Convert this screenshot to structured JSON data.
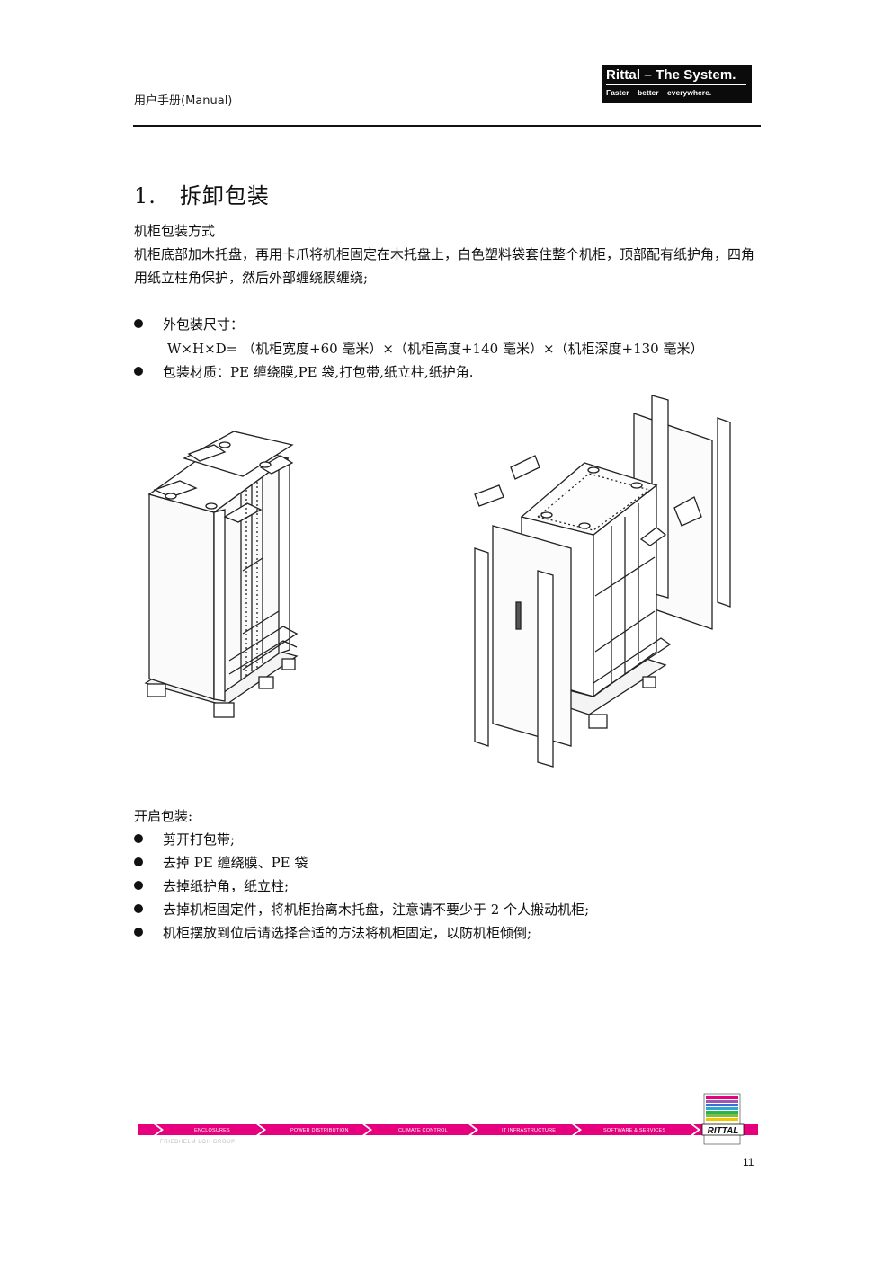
{
  "header": {
    "manual_label": "用户手册(Manual)",
    "logo_title": "Rittal – The System.",
    "logo_slogan": "Faster – better – everywhere."
  },
  "section": {
    "number": "1.",
    "title": "拆卸包装"
  },
  "packaging": {
    "heading": "机柜包装方式",
    "description": "机柜底部加木托盘，再用卡爪将机柜固定在木托盘上，白色塑料袋套住整个机柜，顶部配有纸护角，四角用纸立柱角保护，然后外部缠绕膜缠绕;",
    "bullets": [
      {
        "label": "外包装尺寸：",
        "detail": "W×H×D= （机柜宽度+60  毫米）×（机柜高度+140  毫米）×（机柜深度+130  毫米）"
      },
      {
        "label": "包装材质：PE 缠绕膜,PE 袋,打包带,纸立柱,纸护角."
      }
    ]
  },
  "unpacking": {
    "heading": "开启包装:",
    "steps": [
      "剪开打包带;",
      "去掉 PE 缠绕膜、PE 袋",
      "去掉纸护角，纸立柱;",
      "去掉机柜固定件，将机柜抬离木托盘，注意请不要少于 2 个人搬动机柜;",
      "机柜摆放到位后请选择合适的方法将机柜固定，以防机柜倾倒;"
    ]
  },
  "footer": {
    "segments": [
      "ENCLOSURES",
      "POWER DISTRIBUTION",
      "CLIMATE CONTROL",
      "IT INFRASTRUCTURE",
      "SOFTWARE & SERVICES"
    ],
    "brand": "RITTAL",
    "group": "FRIEDHELM LOH GROUP",
    "page_number": "11"
  },
  "colors": {
    "footer_band": "#e6007e",
    "logo_bg": "#0b0b0b"
  }
}
